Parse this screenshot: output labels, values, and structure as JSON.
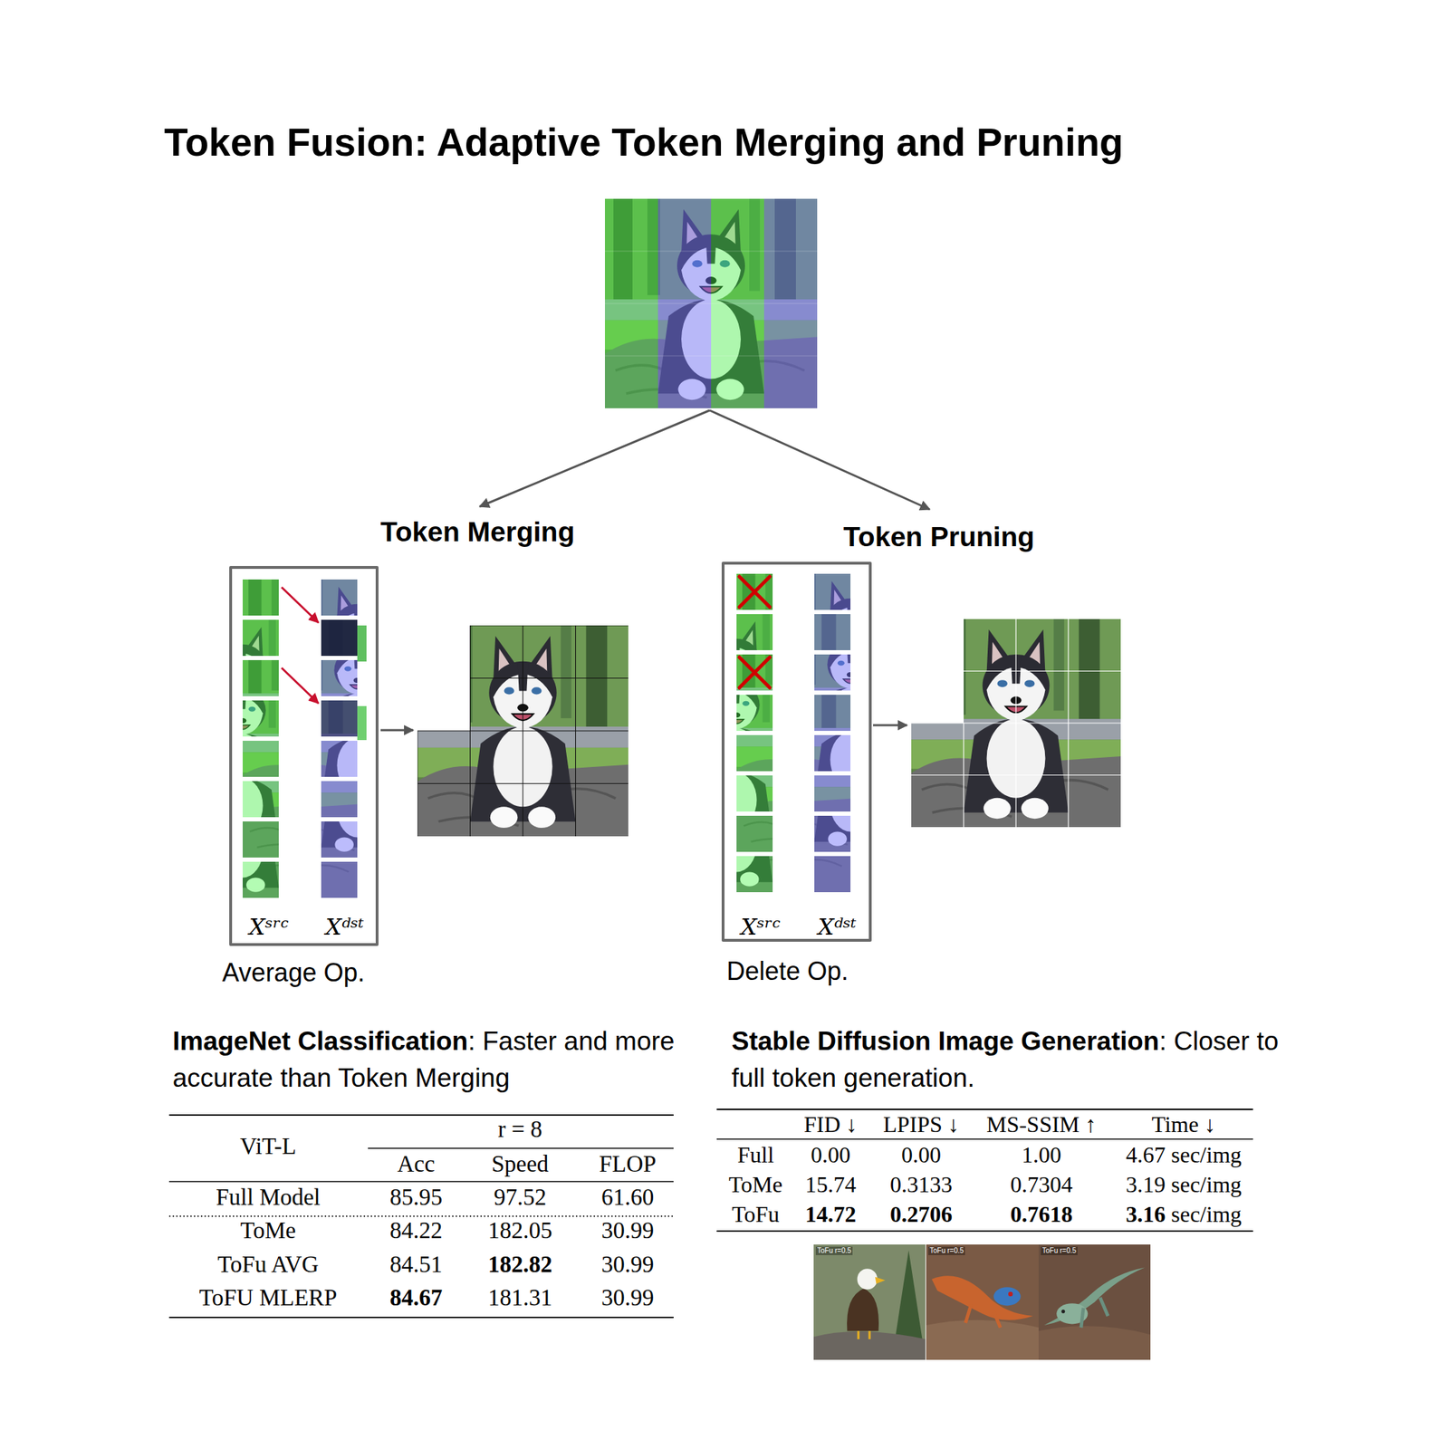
{
  "diagram": {
    "title": "Token Fusion: Adaptive Token Merging and Pruning",
    "nodes": [
      {
        "text": [
          "Token Merging",
          "Xˢʳᶜ",
          "Xᵈˢᵗ",
          "Average Op."
        ]
      },
      {
        "text": [
          "Token Pruning",
          "Xˢʳᶜ",
          "Xᵈˢᵗ",
          "Delete Op."
        ]
      }
    ],
    "labels": [
      "ImageNet Classification",
      ": Faster and more accurate than Token Merging",
      "ViT-L",
      "r = 8",
      "Acc",
      "Speed",
      "FLOP",
      "Full Model",
      "85.95",
      "97.52",
      "61.60",
      "ToMe",
      "84.22",
      "182.05",
      "30.99",
      "ToFu AVG",
      "84.51",
      "182.82",
      "30.99",
      "ToFU MLERP",
      "84.67",
      "181.31",
      "30.99",
      "Stable Diffusion Image Generation",
      ": Closer to full token generation.",
      "FID ↓",
      "LPIPS ↓",
      "MS-SSIM ↑",
      "Time ↓",
      "Full",
      "0.00",
      "0.00",
      "1.00",
      "4.67 sec/img",
      "ToMe",
      "15.74",
      "0.3133",
      "0.7304",
      "3.19 sec/img",
      "ToFu",
      "14.72",
      "0.2706",
      "0.7618",
      "3.16",
      "sec/img",
      "ToFu r=0.5",
      "ToFu r=0.5",
      "ToFu r=0.5"
    ]
  }
}
